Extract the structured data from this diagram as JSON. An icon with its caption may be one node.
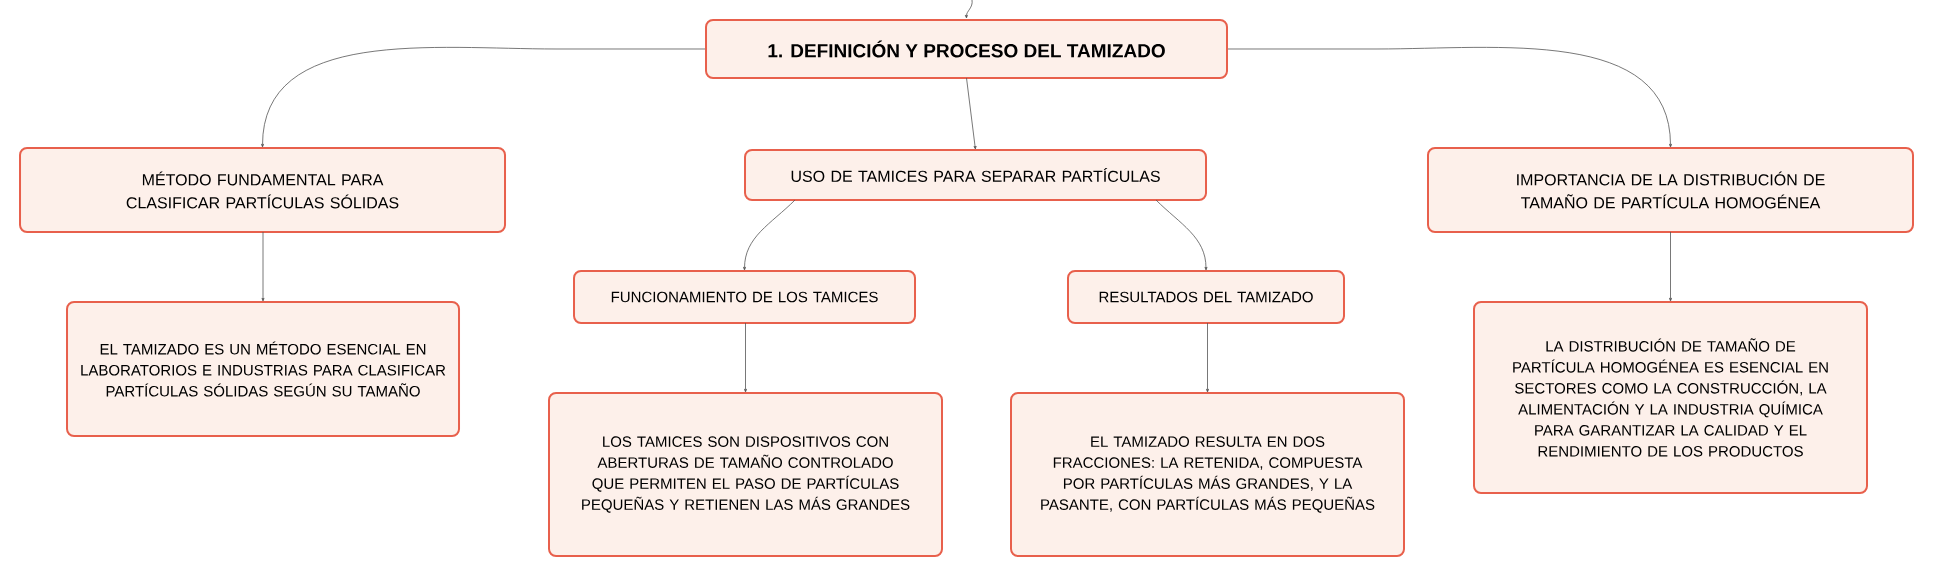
{
  "diagram": {
    "nodes": [
      {
        "text": [
          "1. DEFINICIÓN Y PROCESO DEL TAMIZADO"
        ]
      },
      {
        "text": [
          "MÉTODO FUNDAMENTAL PARA CLASIFICAR PARTÍCULAS SÓLIDAS"
        ]
      },
      {
        "text": [
          "USO DE TAMICES PARA SEPARAR PARTÍCULAS"
        ]
      },
      {
        "text": [
          "IMPORTANCIA DE LA DISTRIBUCIÓN DE TAMAÑO DE PARTÍCULA HOMOGÉNEA"
        ]
      },
      {
        "text": [
          "EL TAMIZADO ES UN MÉTODO ESENCIAL EN LABORATORIOS E INDUSTRIAS PARA CLASIFICAR PARTÍCULAS SÓLIDAS SEGÚN SU TAMAÑO"
        ]
      },
      {
        "text": [
          "FUNCIONAMIENTO DE LOS TAMICES"
        ]
      },
      {
        "text": [
          "RESULTADOS DEL TAMIZADO"
        ]
      },
      {
        "text": [
          "LOS TAMICES SON DISPOSITIVOS CON ABERTURAS DE TAMAÑO CONTROLADO QUE PERMITEN EL PASO DE PARTÍCULAS PEQUEÑAS Y RETIENEN LAS MÁS GRANDES"
        ]
      },
      {
        "text": [
          "EL TAMIZADO RESULTA EN DOS FRACCIONES: LA RETENIDA, COMPUESTA POR PARTÍCULAS MÁS GRANDES, Y LA PASANTE, CON PARTÍCULAS MÁS PEQUEÑAS"
        ]
      },
      {
        "text": [
          "LA DISTRIBUCIÓN DE TAMAÑO DE PARTÍCULA HOMOGÉNEA ES ESENCIAL EN SECTORES COMO LA CONSTRUCCIÓN, LA ALIMENTACIÓN Y LA INDUSTRIA QUÍMICA PARA GARANTIZAR LA CALIDAD Y EL RENDIMIENTO DE LOS PRODUCTOS"
        ]
      }
    ],
    "edges": [
      {
        "from": null,
        "to": 0,
        "arrow": "to"
      },
      {
        "from": 0,
        "to": 1,
        "arrow": "to"
      },
      {
        "from": 0,
        "to": 2,
        "arrow": "to"
      },
      {
        "from": 0,
        "to": 3,
        "arrow": "to"
      },
      {
        "from": 1,
        "to": 4,
        "arrow": "to"
      },
      {
        "from": 2,
        "to": 5,
        "arrow": "to"
      },
      {
        "from": 2,
        "to": 6,
        "arrow": "to"
      },
      {
        "from": 5,
        "to": 7,
        "arrow": "to"
      },
      {
        "from": 6,
        "to": 8,
        "arrow": "to"
      },
      {
        "from": 3,
        "to": 9,
        "arrow": "to"
      }
    ]
  }
}
